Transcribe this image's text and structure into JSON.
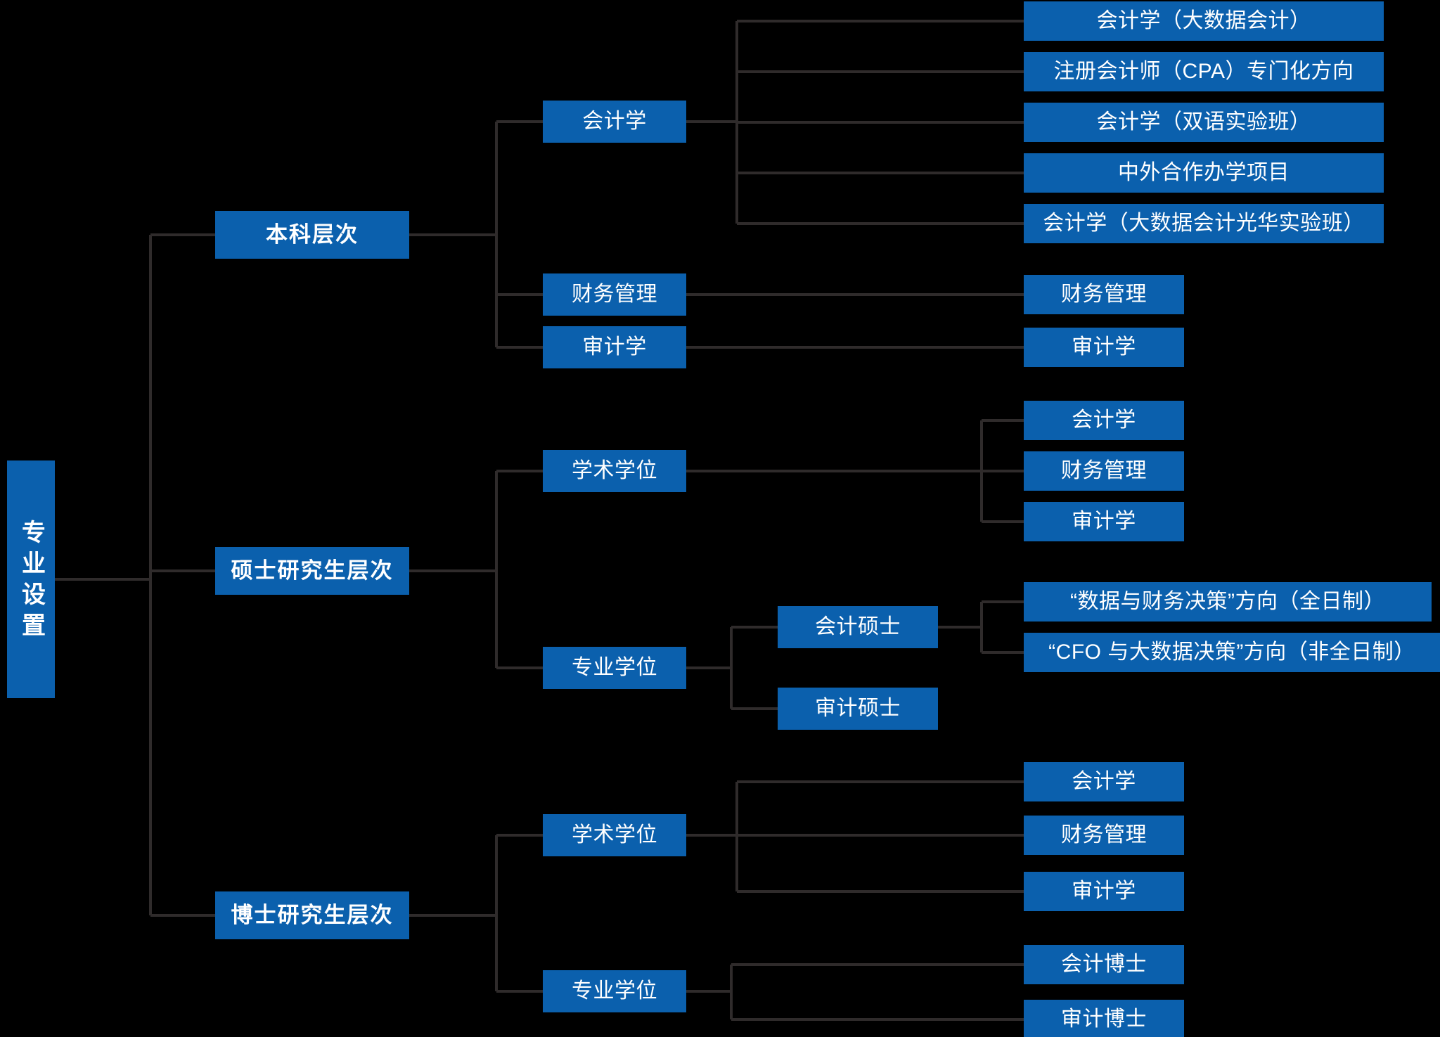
{
  "diagram": {
    "title": "专业设置",
    "type": "tree",
    "orientation": "left-to-right",
    "colors": {
      "background": "#000000",
      "node_fill": "#0b60ad",
      "node_text": "#ffffff",
      "connector": "#2f2b2b"
    }
  },
  "root": {
    "label": "专业设置"
  },
  "levels": [
    {
      "id": "undergrad",
      "label": "本科层次"
    },
    {
      "id": "master",
      "label": "硕士研究生层次"
    },
    {
      "id": "doctor",
      "label": "博士研究生层次"
    }
  ],
  "branches": {
    "undergrad": [
      {
        "id": "ug-acc",
        "label": "会计学"
      },
      {
        "id": "ug-fin",
        "label": "财务管理"
      },
      {
        "id": "ug-aud",
        "label": "审计学"
      }
    ],
    "master": [
      {
        "id": "ms-acad",
        "label": "学术学位"
      },
      {
        "id": "ms-prof",
        "label": "专业学位"
      }
    ],
    "doctor": [
      {
        "id": "dr-acad",
        "label": "学术学位"
      },
      {
        "id": "dr-prof",
        "label": "专业学位"
      }
    ]
  },
  "subnodes": {
    "ms-prof": [
      {
        "id": "ms-macc",
        "label": "会计硕士"
      },
      {
        "id": "ms-maud",
        "label": "审计硕士"
      }
    ]
  },
  "leaves": {
    "ug-acc": [
      {
        "id": "ug-acc-1",
        "label": "会计学（大数据会计）"
      },
      {
        "id": "ug-acc-2",
        "label": "注册会计师（CPA）专门化方向"
      },
      {
        "id": "ug-acc-3",
        "label": "会计学（双语实验班）"
      },
      {
        "id": "ug-acc-4",
        "label": "中外合作办学项目"
      },
      {
        "id": "ug-acc-5",
        "label": "会计学（大数据会计光华实验班）"
      }
    ],
    "ug-fin": [
      {
        "id": "ug-fin-1",
        "label": "财务管理"
      }
    ],
    "ug-aud": [
      {
        "id": "ug-aud-1",
        "label": "审计学"
      }
    ],
    "ms-acad": [
      {
        "id": "ms-acad-1",
        "label": "会计学"
      },
      {
        "id": "ms-acad-2",
        "label": "财务管理"
      },
      {
        "id": "ms-acad-3",
        "label": "审计学"
      }
    ],
    "ms-macc": [
      {
        "id": "ms-macc-1",
        "label": "“数据与财务决策”方向（全日制）"
      },
      {
        "id": "ms-macc-2",
        "label": "“CFO 与大数据决策”方向（非全日制）"
      }
    ],
    "dr-acad": [
      {
        "id": "dr-acad-1",
        "label": "会计学"
      },
      {
        "id": "dr-acad-2",
        "label": "财务管理"
      },
      {
        "id": "dr-acad-3",
        "label": "审计学"
      }
    ],
    "dr-prof": [
      {
        "id": "dr-prof-1",
        "label": "会计博士"
      },
      {
        "id": "dr-prof-2",
        "label": "审计博士"
      }
    ]
  }
}
